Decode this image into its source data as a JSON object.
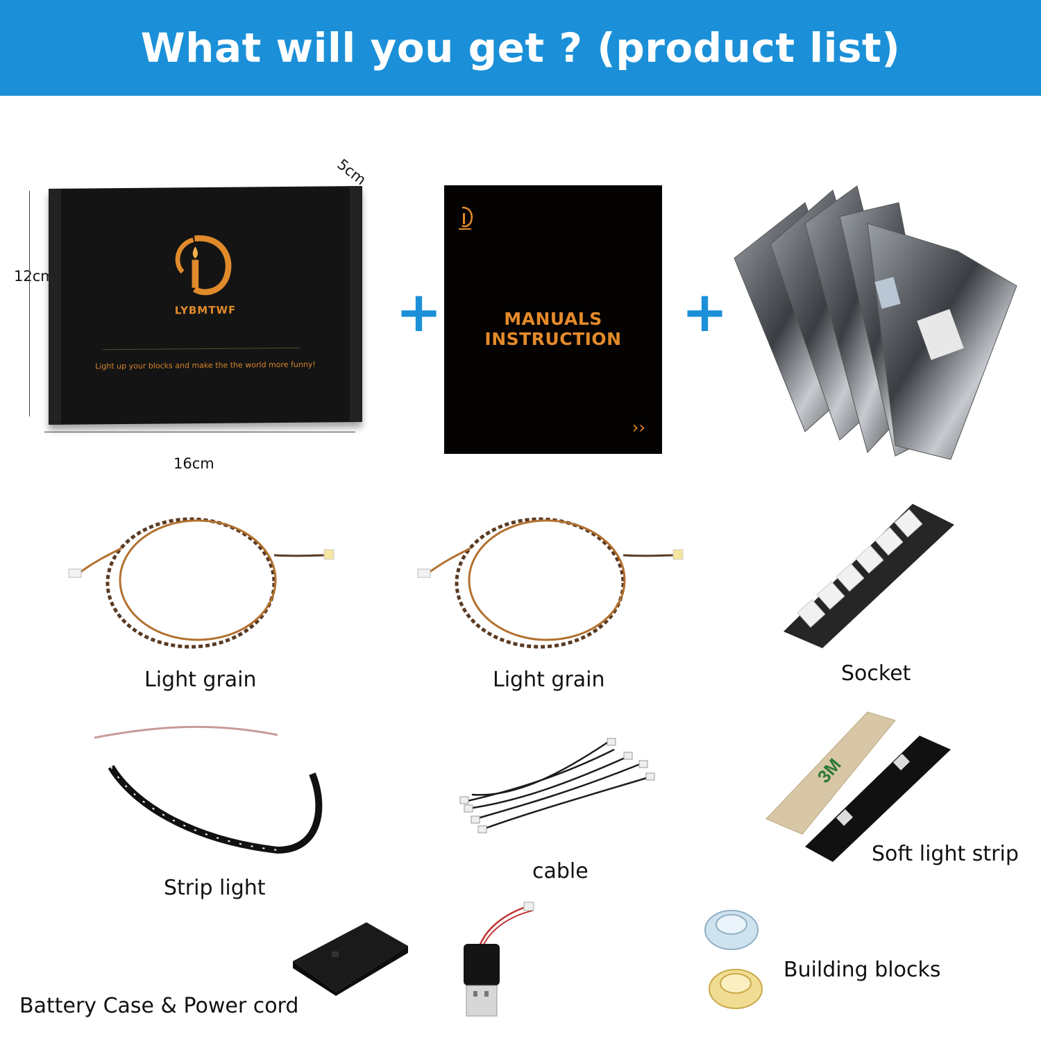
{
  "header": {
    "title": "What will you get ? (product list)"
  },
  "box": {
    "brand": "LYBMTWF",
    "slogan": "Light up your blocks and make the the  world more funny!",
    "dim_height": "12cm",
    "dim_width": "16cm",
    "dim_depth": "5cm"
  },
  "manual": {
    "title": "MANUALS INSTRUCTION",
    "arrow": "››"
  },
  "plus_sign": "+",
  "items": {
    "light_grain_1": "Light grain",
    "light_grain_2": "Light grain",
    "socket": "Socket",
    "strip_light": "Strip light",
    "cable": "cable",
    "soft_light_strip": "Soft light strip",
    "battery_case": "Battery Case & Power cord",
    "building_blocks": "Building blocks"
  },
  "colors": {
    "header_bg": "#1b90d8",
    "accent_orange": "#e48a2a",
    "plus_blue": "#1b90d8"
  }
}
